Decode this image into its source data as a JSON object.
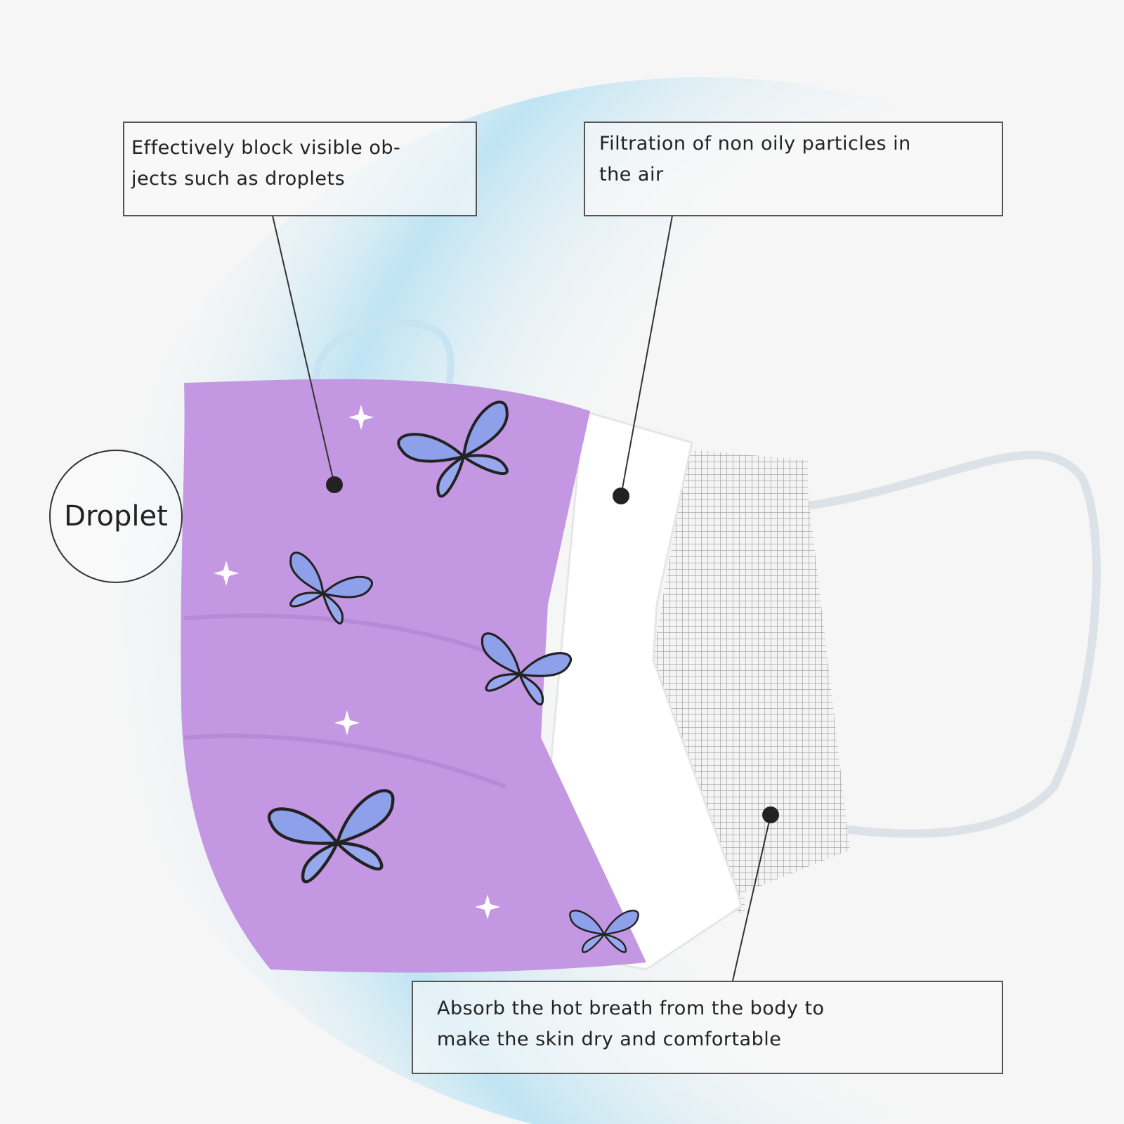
{
  "callouts": {
    "top_left": {
      "line1": "Effectively block visible ob-",
      "line2": "jects such as droplets"
    },
    "top_right": {
      "line1": "Filtration of non oily particles in",
      "line2": "the air"
    },
    "bottom": {
      "line1": "Absorb the hot breath from the body to",
      "line2": "make the skin dry and comfortable"
    }
  },
  "droplet_label": "Droplet",
  "colors": {
    "mask_purple": "#c497e2",
    "butterfly": "#8c9ee8",
    "shield_blue": "#bfe4f3",
    "mesh_gray": "#bcbcbc"
  }
}
